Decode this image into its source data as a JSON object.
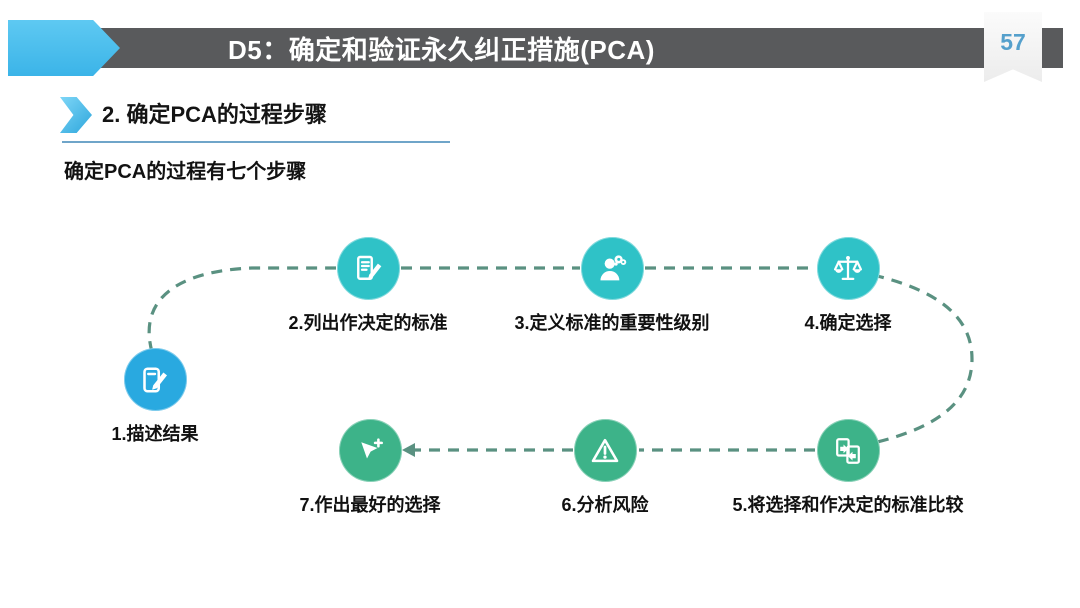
{
  "slide": {
    "banner": {
      "title": "D5：确定和验证永久纠正措施(PCA)",
      "page_number": "57"
    },
    "section": {
      "heading": "2. 确定PCA的过程步骤"
    },
    "intro": "确定PCA的过程有七个步骤",
    "diagram": {
      "steps": [
        {
          "label": "1.描述结果",
          "icon": "notepad-pencil-icon",
          "circle_color": "#29a9e0"
        },
        {
          "label": "2.列出作决定的标准",
          "icon": "document-pencil-icon",
          "circle_color": "#2fc2c7"
        },
        {
          "label": "3.定义标准的重要性级别",
          "icon": "thinking-person-icon",
          "circle_color": "#2fc2c7"
        },
        {
          "label": "4.确定选择",
          "icon": "balance-scale-icon",
          "circle_color": "#2fc2c7"
        },
        {
          "label": "5.将选择和作决定的标准比较",
          "icon": "compare-documents-icon",
          "circle_color": "#3db389"
        },
        {
          "label": "6.分析风险",
          "icon": "warning-triangle-icon",
          "circle_color": "#3db389"
        },
        {
          "label": "7.作出最好的选择",
          "icon": "cursor-select-icon",
          "circle_color": "#3db389"
        }
      ],
      "connector_color": "#5a9181"
    },
    "colors": {
      "banner_bg": "#595a5c",
      "accent_light_blue": "#4fc3f0",
      "page_number_color": "#55a0cc",
      "underline_blue": "#6fa5c9"
    }
  }
}
